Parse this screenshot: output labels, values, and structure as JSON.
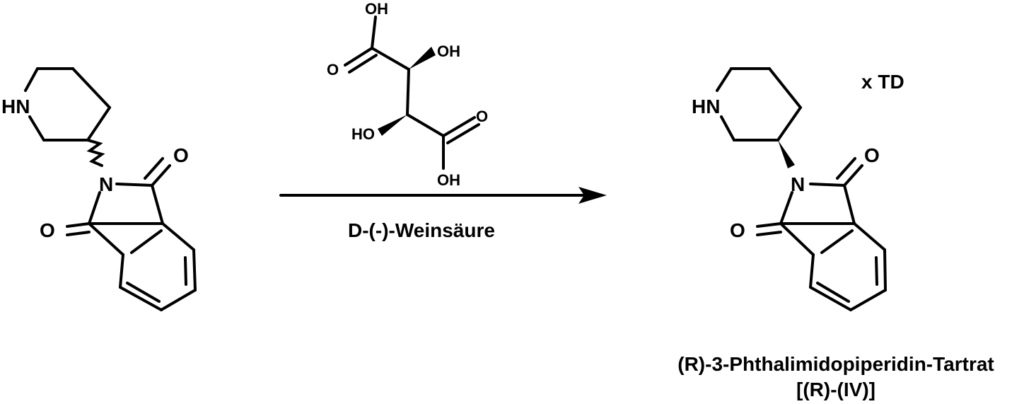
{
  "starting_material": {
    "atoms": {
      "hn": "HN",
      "n": "N",
      "o_top": "O",
      "o_left": "O"
    }
  },
  "reagent": {
    "atoms": {
      "oh_top": "OH",
      "oh_upper": "OH",
      "o_left": "O",
      "ho": "HO",
      "o_right": "O",
      "oh_bottom": "OH"
    },
    "condition_label": "D-(-)-Weinsäure"
  },
  "product": {
    "atoms": {
      "hn": "HN",
      "n": "N",
      "o_top": "O",
      "o_left": "O"
    },
    "salt_label": "x TD",
    "name": "(R)-3-Phthalimidopiperidin-Tartrat",
    "compound_number": "[(R)-(IV)]"
  }
}
